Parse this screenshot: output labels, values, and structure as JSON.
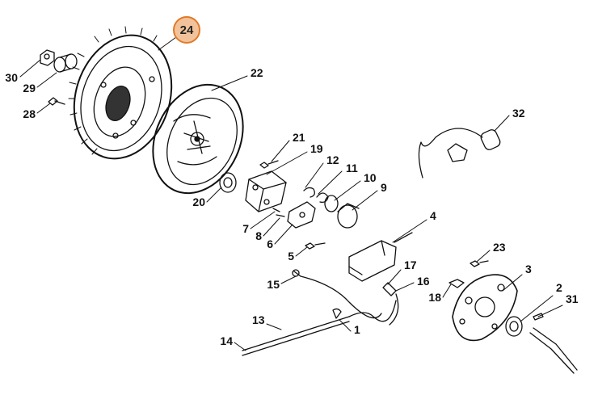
{
  "highlighted_part": "24",
  "parts": {
    "p1": "1",
    "p2": "2",
    "p3": "3",
    "p4": "4",
    "p5": "5",
    "p6": "6",
    "p7": "7",
    "p8": "8",
    "p9": "9",
    "p10": "10",
    "p11": "11",
    "p12": "12",
    "p13": "13",
    "p14": "14",
    "p15": "15",
    "p16": "16",
    "p17": "17",
    "p18": "18",
    "p19": "19",
    "p20": "20",
    "p21": "21",
    "p22": "22",
    "p23": "23",
    "p28": "28",
    "p29": "29",
    "p30": "30",
    "p31": "31",
    "p32": "32"
  },
  "colors": {
    "highlight_fill": "#f2c39a",
    "highlight_border": "#e07a2a",
    "line": "#111111"
  }
}
